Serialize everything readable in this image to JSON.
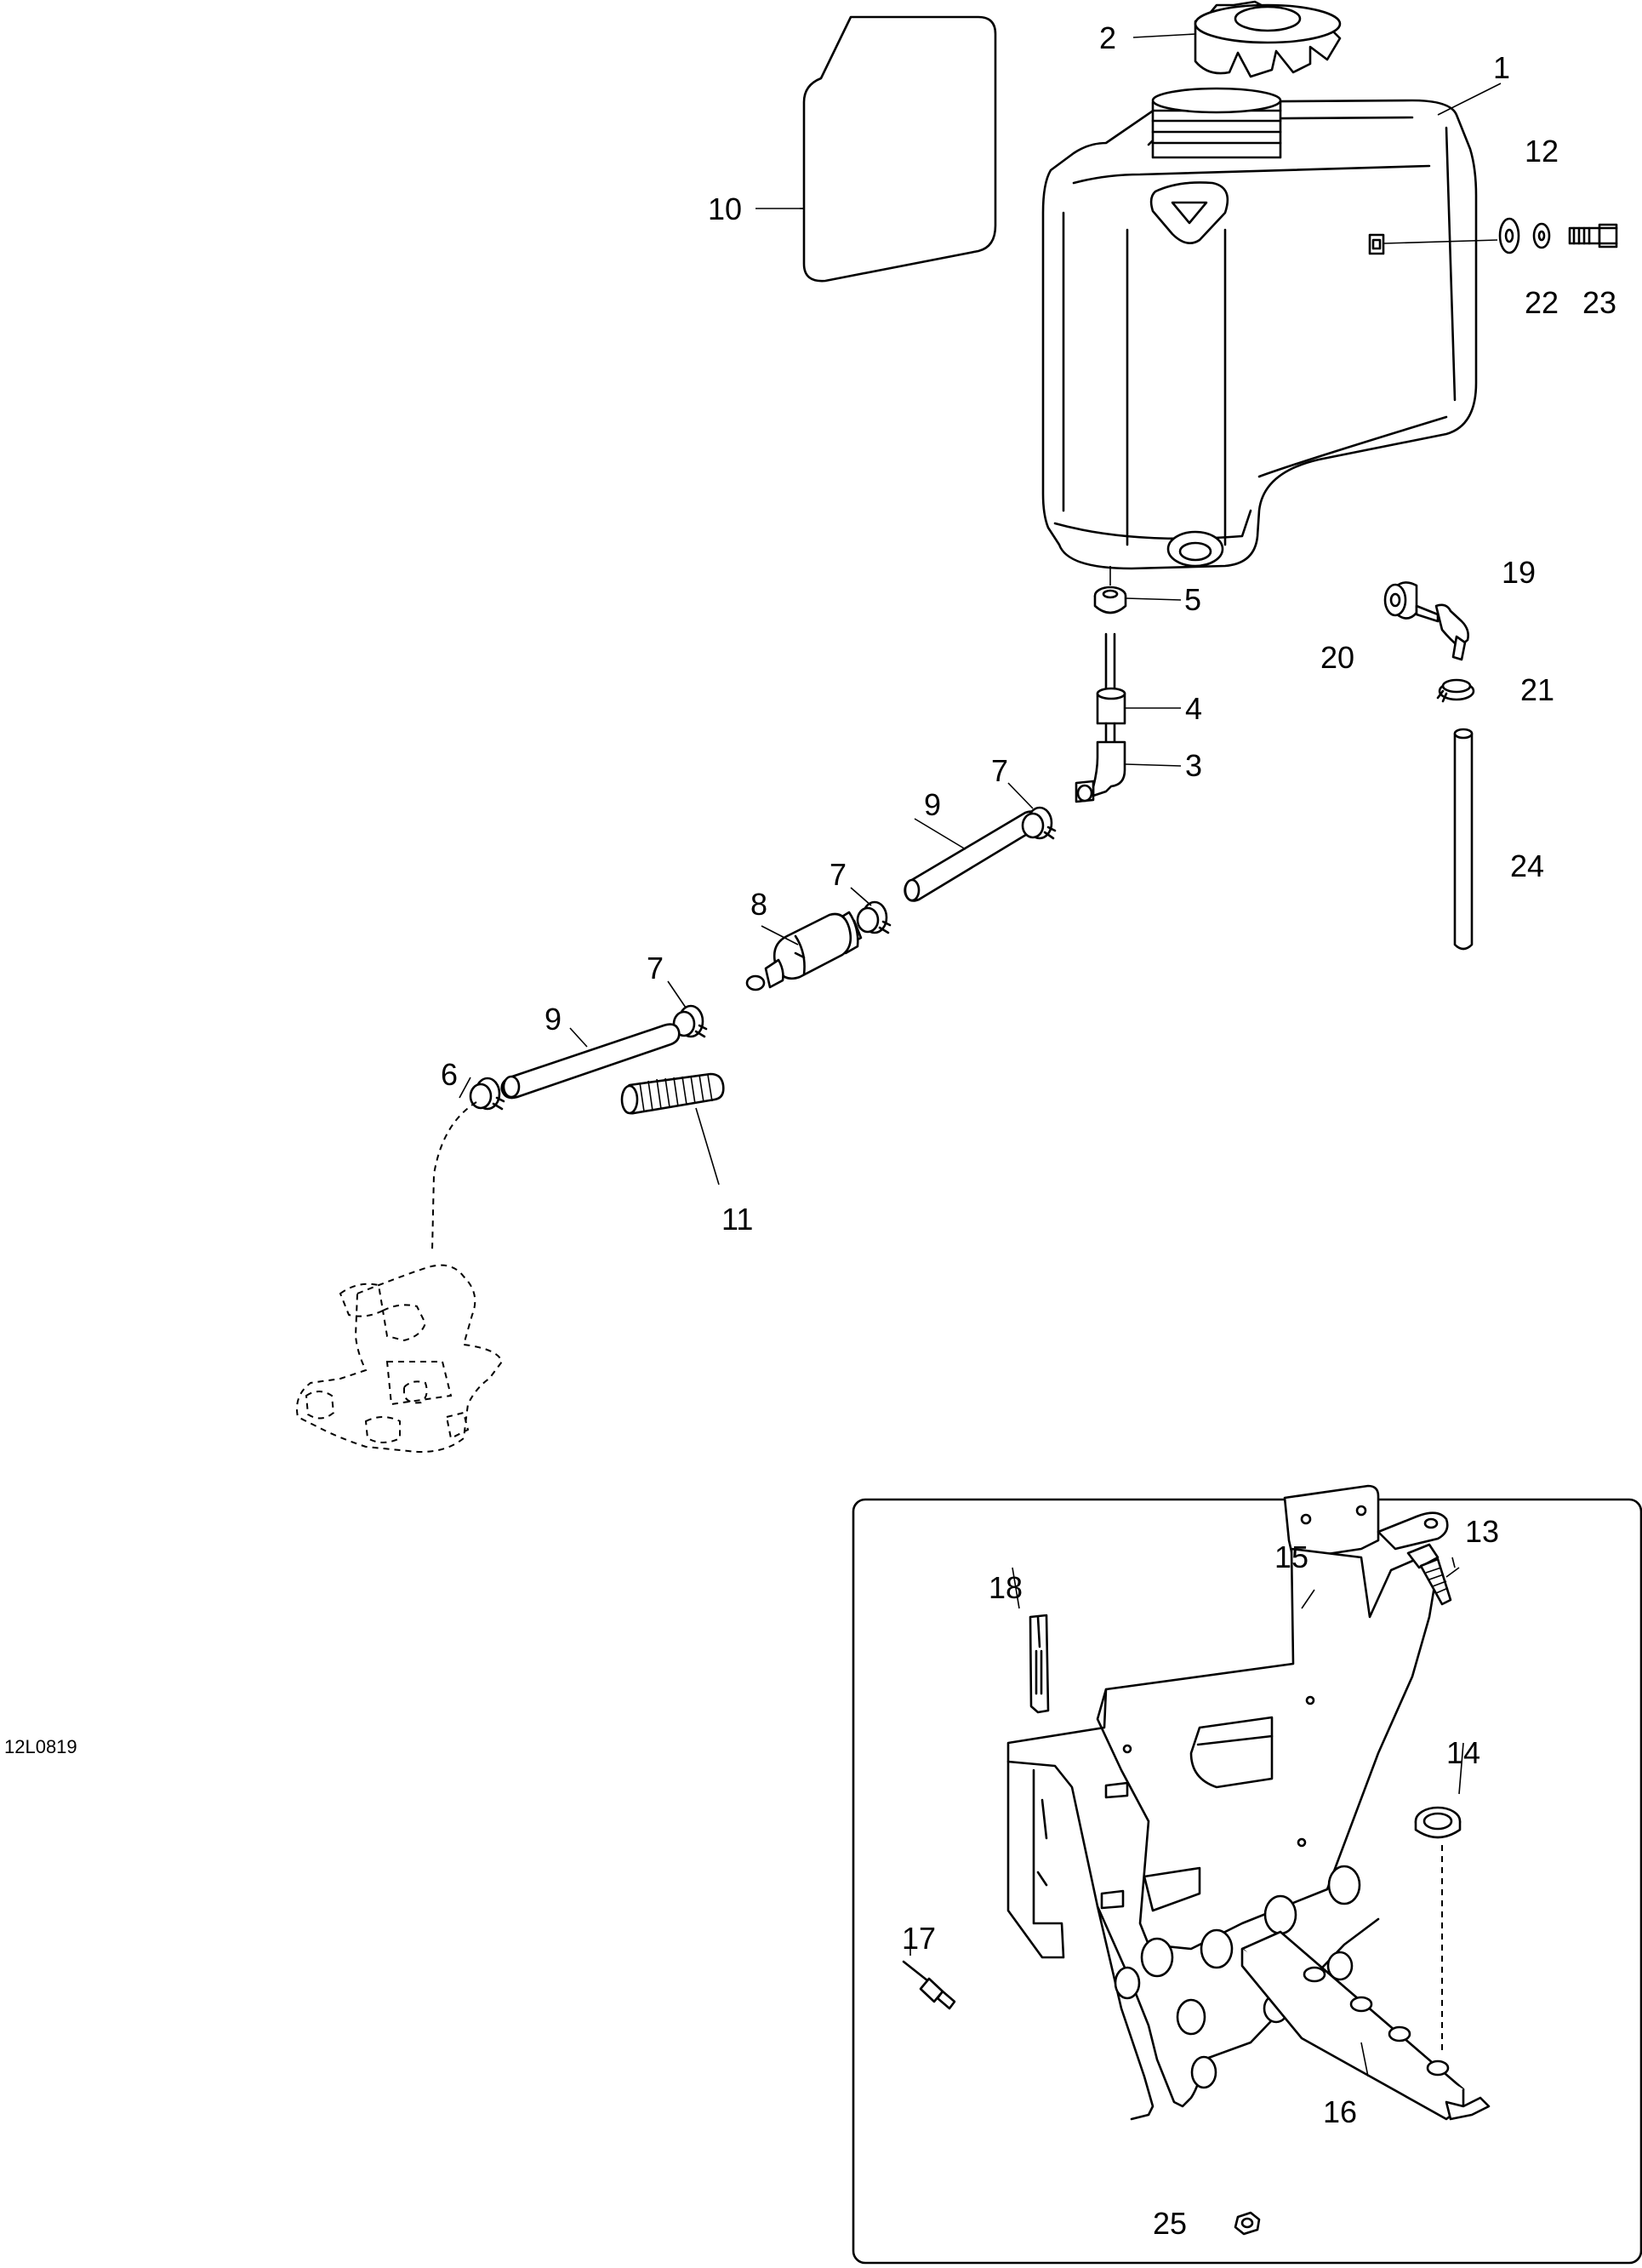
{
  "diagram": {
    "reference_code": "12L0819",
    "callouts": {
      "c1": "1",
      "c2": "2",
      "c3": "3",
      "c4": "4",
      "c5": "5",
      "c6": "6",
      "c7a": "7",
      "c7b": "7",
      "c7c": "7",
      "c8": "8",
      "c9a": "9",
      "c9b": "9",
      "c10": "10",
      "c11": "11",
      "c12": "12",
      "c13": "13",
      "c14": "14",
      "c15": "15",
      "c16": "16",
      "c17": "17",
      "c18": "18",
      "c19": "19",
      "c20": "20",
      "c21": "21",
      "c22": "22",
      "c23": "23",
      "c24": "24",
      "c25": "25"
    }
  }
}
